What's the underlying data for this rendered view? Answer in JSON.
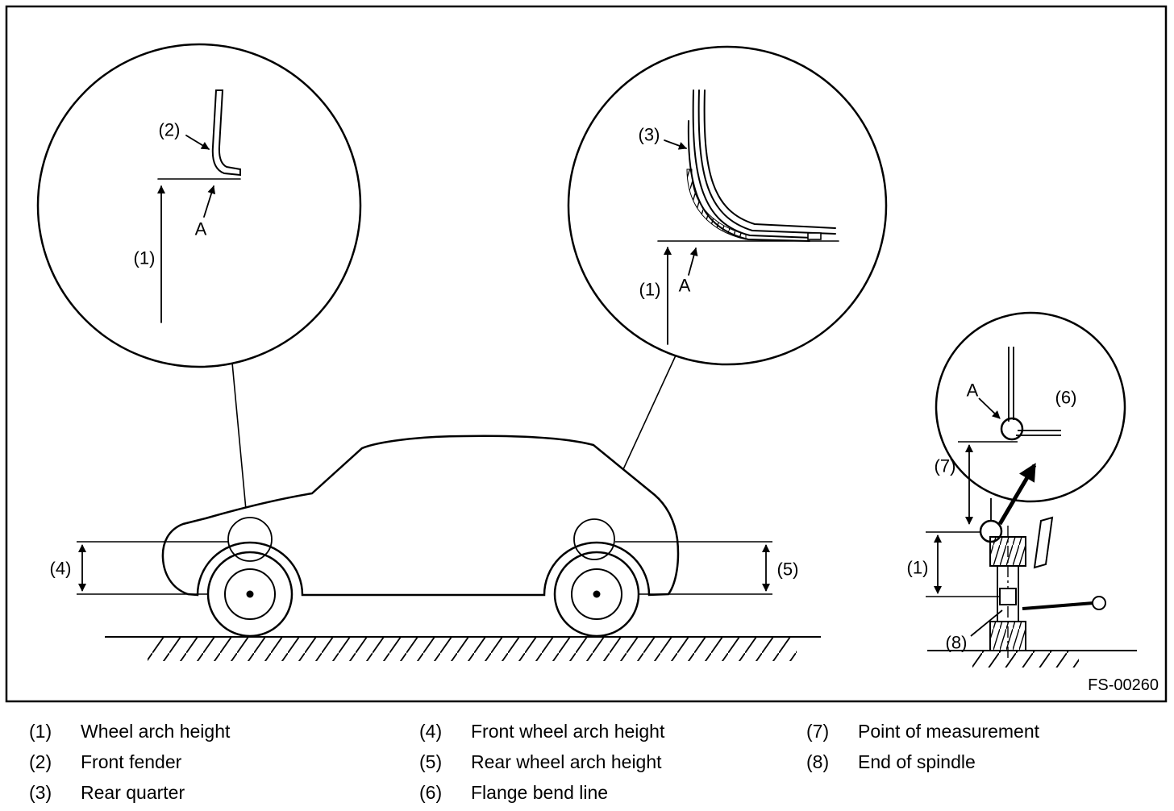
{
  "figure": {
    "code": "FS-00260",
    "callout_front_fender": {
      "ref2": "(2)",
      "ref1": "(1)",
      "refA": "A"
    },
    "callout_rear_quarter": {
      "ref3": "(3)",
      "ref1": "(1)",
      "refA": "A"
    },
    "callout_flange_detail": {
      "refA": "A",
      "ref6": "(6)"
    },
    "spindle_view": {
      "ref7": "(7)",
      "ref1": "(1)",
      "ref8": "(8)"
    },
    "car_view": {
      "ref4": "(4)",
      "ref5": "(5)"
    }
  },
  "legend": {
    "columns": [
      {
        "items": [
          {
            "num": "(1)",
            "label": "Wheel arch height"
          },
          {
            "num": "(2)",
            "label": "Front fender"
          },
          {
            "num": "(3)",
            "label": "Rear quarter"
          }
        ]
      },
      {
        "items": [
          {
            "num": "(4)",
            "label": "Front wheel arch height"
          },
          {
            "num": "(5)",
            "label": "Rear wheel arch height"
          },
          {
            "num": "(6)",
            "label": "Flange bend line"
          }
        ]
      },
      {
        "items": [
          {
            "num": "(7)",
            "label": "Point of measurement"
          },
          {
            "num": "(8)",
            "label": "End of spindle"
          }
        ]
      }
    ]
  }
}
